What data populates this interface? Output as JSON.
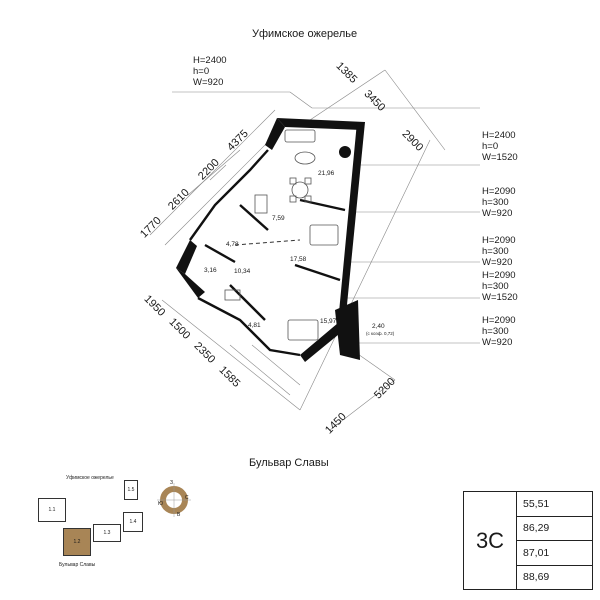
{
  "streets": {
    "top": "Уфимское ожерелье",
    "bottom": "Бульвар Славы"
  },
  "openings": [
    "H=2400\nh=0\nW=920",
    "H=2400\nh=0\nW=1520",
    "H=2090\nh=300\nW=920",
    "H=2090\nh=300\nW=920",
    "H=2090\nh=300\nW=1520",
    "H=2090\nh=300\nW=920"
  ],
  "dimensions": {
    "top_left": [
      "1770",
      "2610",
      "2200",
      "4375"
    ],
    "top_right": [
      "1385",
      "3450"
    ],
    "right_upper": "2900",
    "bottom_left": [
      "1950",
      "1500",
      "2350",
      "1585"
    ],
    "bottom_right": [
      "1450",
      "5200"
    ]
  },
  "rooms": [
    "21,96",
    "7,59",
    "4,78",
    "3,16",
    "10,34",
    "17,58",
    "4,81",
    "15,97"
  ],
  "balcony": {
    "area": "2,40",
    "note": "(с коэф. 0,72)"
  },
  "site_map": {
    "street_top": "Уфимское ожерелье",
    "street_bottom": "Бульвар Славы",
    "buildings": [
      "1.1",
      "1.2",
      "1.3",
      "1.4",
      "1.5"
    ],
    "compass": {
      "north": "З",
      "east": "С",
      "south": "В",
      "west": "Ю"
    }
  },
  "summary": {
    "code": "3С",
    "values": [
      "55,51",
      "86,29",
      "87,01",
      "88,69"
    ]
  }
}
